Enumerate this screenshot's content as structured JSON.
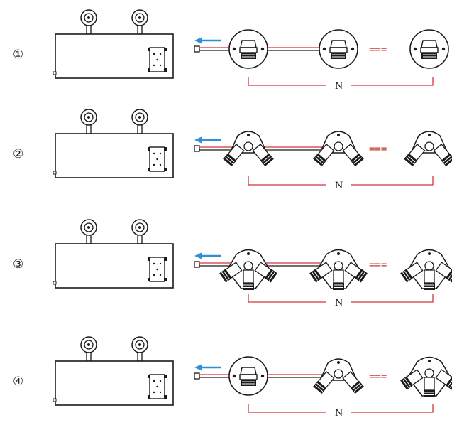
{
  "rows": [
    {
      "number": "①",
      "n_label": "N",
      "separator": "===",
      "fixtures": [
        "single-spot",
        "single-spot",
        "single-spot"
      ]
    },
    {
      "number": "②",
      "n_label": "N",
      "separator": "===",
      "fixtures": [
        "twin-spot",
        "twin-spot",
        "twin-spot"
      ]
    },
    {
      "number": "③",
      "n_label": "N",
      "separator": "===",
      "fixtures": [
        "triple-spot",
        "triple-spot",
        "triple-spot"
      ]
    },
    {
      "number": "④",
      "n_label": "N",
      "separator": "===",
      "fixtures": [
        "single-spot",
        "twin-spot",
        "triple-spot"
      ]
    }
  ],
  "colors": {
    "wire_red": "#d8333c",
    "arrow_blue": "#2f8fd8",
    "line": "#1a1a1a"
  }
}
